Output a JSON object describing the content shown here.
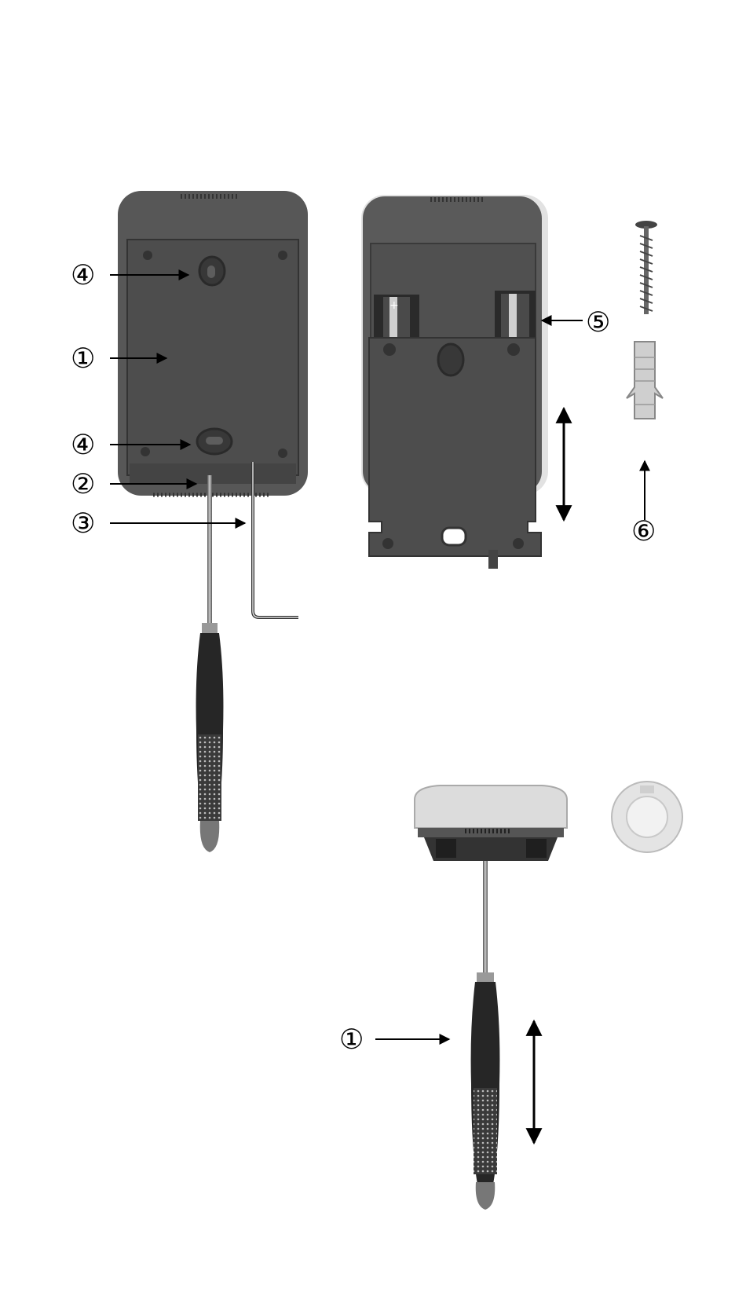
{
  "callouts": {
    "top_left": [
      "④",
      "①",
      "④",
      "②",
      "③"
    ],
    "top_right": [
      "⑤",
      "⑥"
    ],
    "bottom": [
      "①"
    ]
  },
  "battery_marks": [
    "+",
    "+"
  ],
  "colors": {
    "housing": "#545454",
    "housing_dark": "#3e3e3e",
    "cover_light": "#dcdcdc",
    "ink": "#000000"
  }
}
